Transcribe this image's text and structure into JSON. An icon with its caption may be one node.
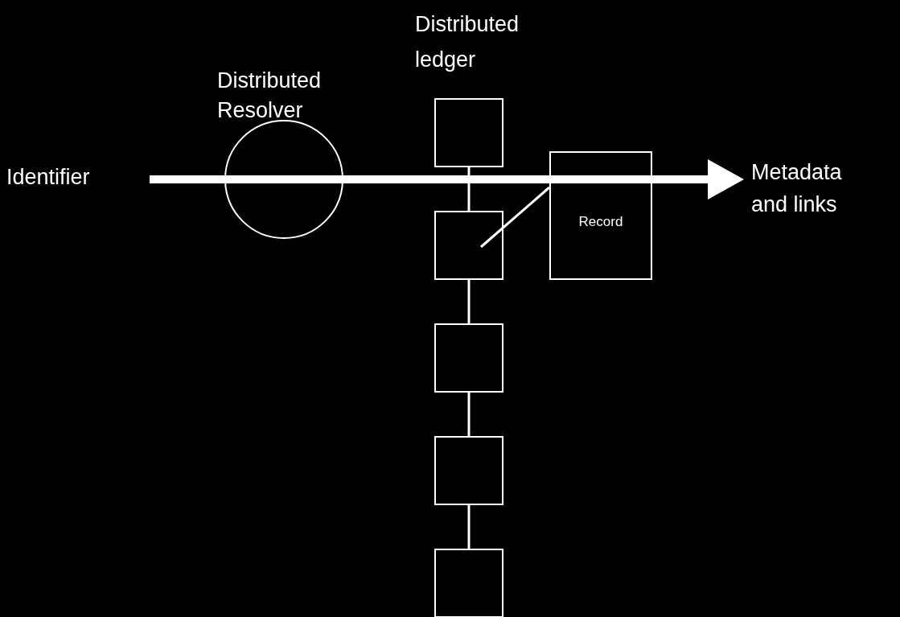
{
  "diagram": {
    "nodes": [
      {
        "text": [
          "Identifier"
        ]
      },
      {
        "text": [
          "Distributed Resolver"
        ]
      },
      {
        "text": [],
        "shape": "box"
      },
      {
        "text": [],
        "shape": "box"
      },
      {
        "text": [],
        "shape": "box"
      },
      {
        "text": [],
        "shape": "box"
      },
      {
        "text": [],
        "shape": "box"
      },
      {
        "text": [
          "Record"
        ]
      },
      {
        "text": [
          "Metadata and links"
        ]
      }
    ],
    "edges": [
      {
        "from": 0,
        "to": 1,
        "arrow": "none",
        "style": "thick"
      },
      {
        "from": 1,
        "to": 7,
        "arrow": "none",
        "style": "thick"
      },
      {
        "from": 7,
        "to": 8,
        "arrow": "to",
        "style": "thick"
      },
      {
        "from": 2,
        "to": 3,
        "arrow": "none"
      },
      {
        "from": 3,
        "to": 4,
        "arrow": "none"
      },
      {
        "from": 4,
        "to": 5,
        "arrow": "none"
      },
      {
        "from": 5,
        "to": 6,
        "arrow": "none"
      },
      {
        "from": 3,
        "to": 7,
        "arrow": "none"
      }
    ],
    "labels": [
      "Distributed ledger"
    ]
  }
}
